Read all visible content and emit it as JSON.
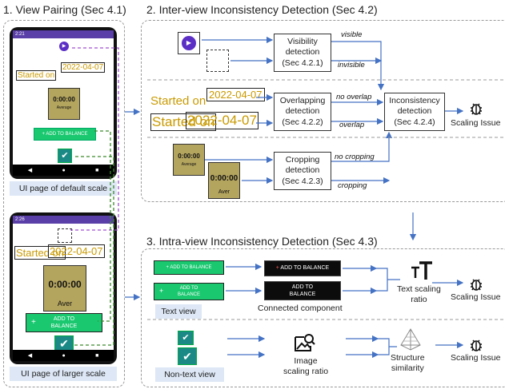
{
  "sections": {
    "s1": "1. View Pairing (Sec 4.1)",
    "s2": "2. Inter-view Inconsistency Detection (Sec 4.2)",
    "s3": "3. Intra-view Inconsistency Detection (Sec 4.3)"
  },
  "captions": {
    "default_scale": "UI page of default scale",
    "larger_scale": "UI page of larger scale",
    "text_view": "Text view",
    "non_text_view": "Non-text view"
  },
  "phone": {
    "status_top": "2:21",
    "status_bottom": "2:26",
    "date": "2022-04-07",
    "started_on": "Started on",
    "timer": "0:00:00",
    "average": "Average",
    "aver": "Aver",
    "add_balance": "ADD TO BALANCE",
    "add_to": "ADD TO",
    "balance": "BALANCE",
    "plus": "+",
    "nav_back": "◀",
    "nav_home": "●",
    "nav_recent": "■",
    "check": "✔"
  },
  "inter": {
    "visibility": [
      "Visibility",
      "detection",
      "(Sec 4.2.1)"
    ],
    "overlapping": [
      "Overlapping",
      "detection",
      "(Sec 4.2.2)"
    ],
    "cropping": [
      "Cropping",
      "detection",
      "(Sec 4.2.3)"
    ],
    "inconsistency": [
      "Inconsistency",
      "detection",
      "(Sec 4.2.4)"
    ],
    "visible": "visible",
    "invisible": "invisible",
    "no_overlap": "no overlap",
    "overlap": "overlap",
    "no_cropping": "no cropping",
    "cropping_lbl": "cropping",
    "scaling_issue": "Scaling Issue"
  },
  "intra": {
    "connected_component": "Connected component",
    "text_scaling": [
      "Text scaling",
      "ratio"
    ],
    "image_scaling": [
      "Image",
      "scaling ratio"
    ],
    "structure": [
      "Structure",
      "similarity"
    ],
    "scaling_issue": "Scaling Issue"
  },
  "icons": {
    "bug": "bug-icon",
    "text_size": "text-size-icon",
    "image_search": "image-search-icon",
    "pyramid": "pyramid-icon",
    "arrow_color": "#4472c4",
    "purple_dash": "#a050d0",
    "green_dash": "#3a8a2a"
  }
}
